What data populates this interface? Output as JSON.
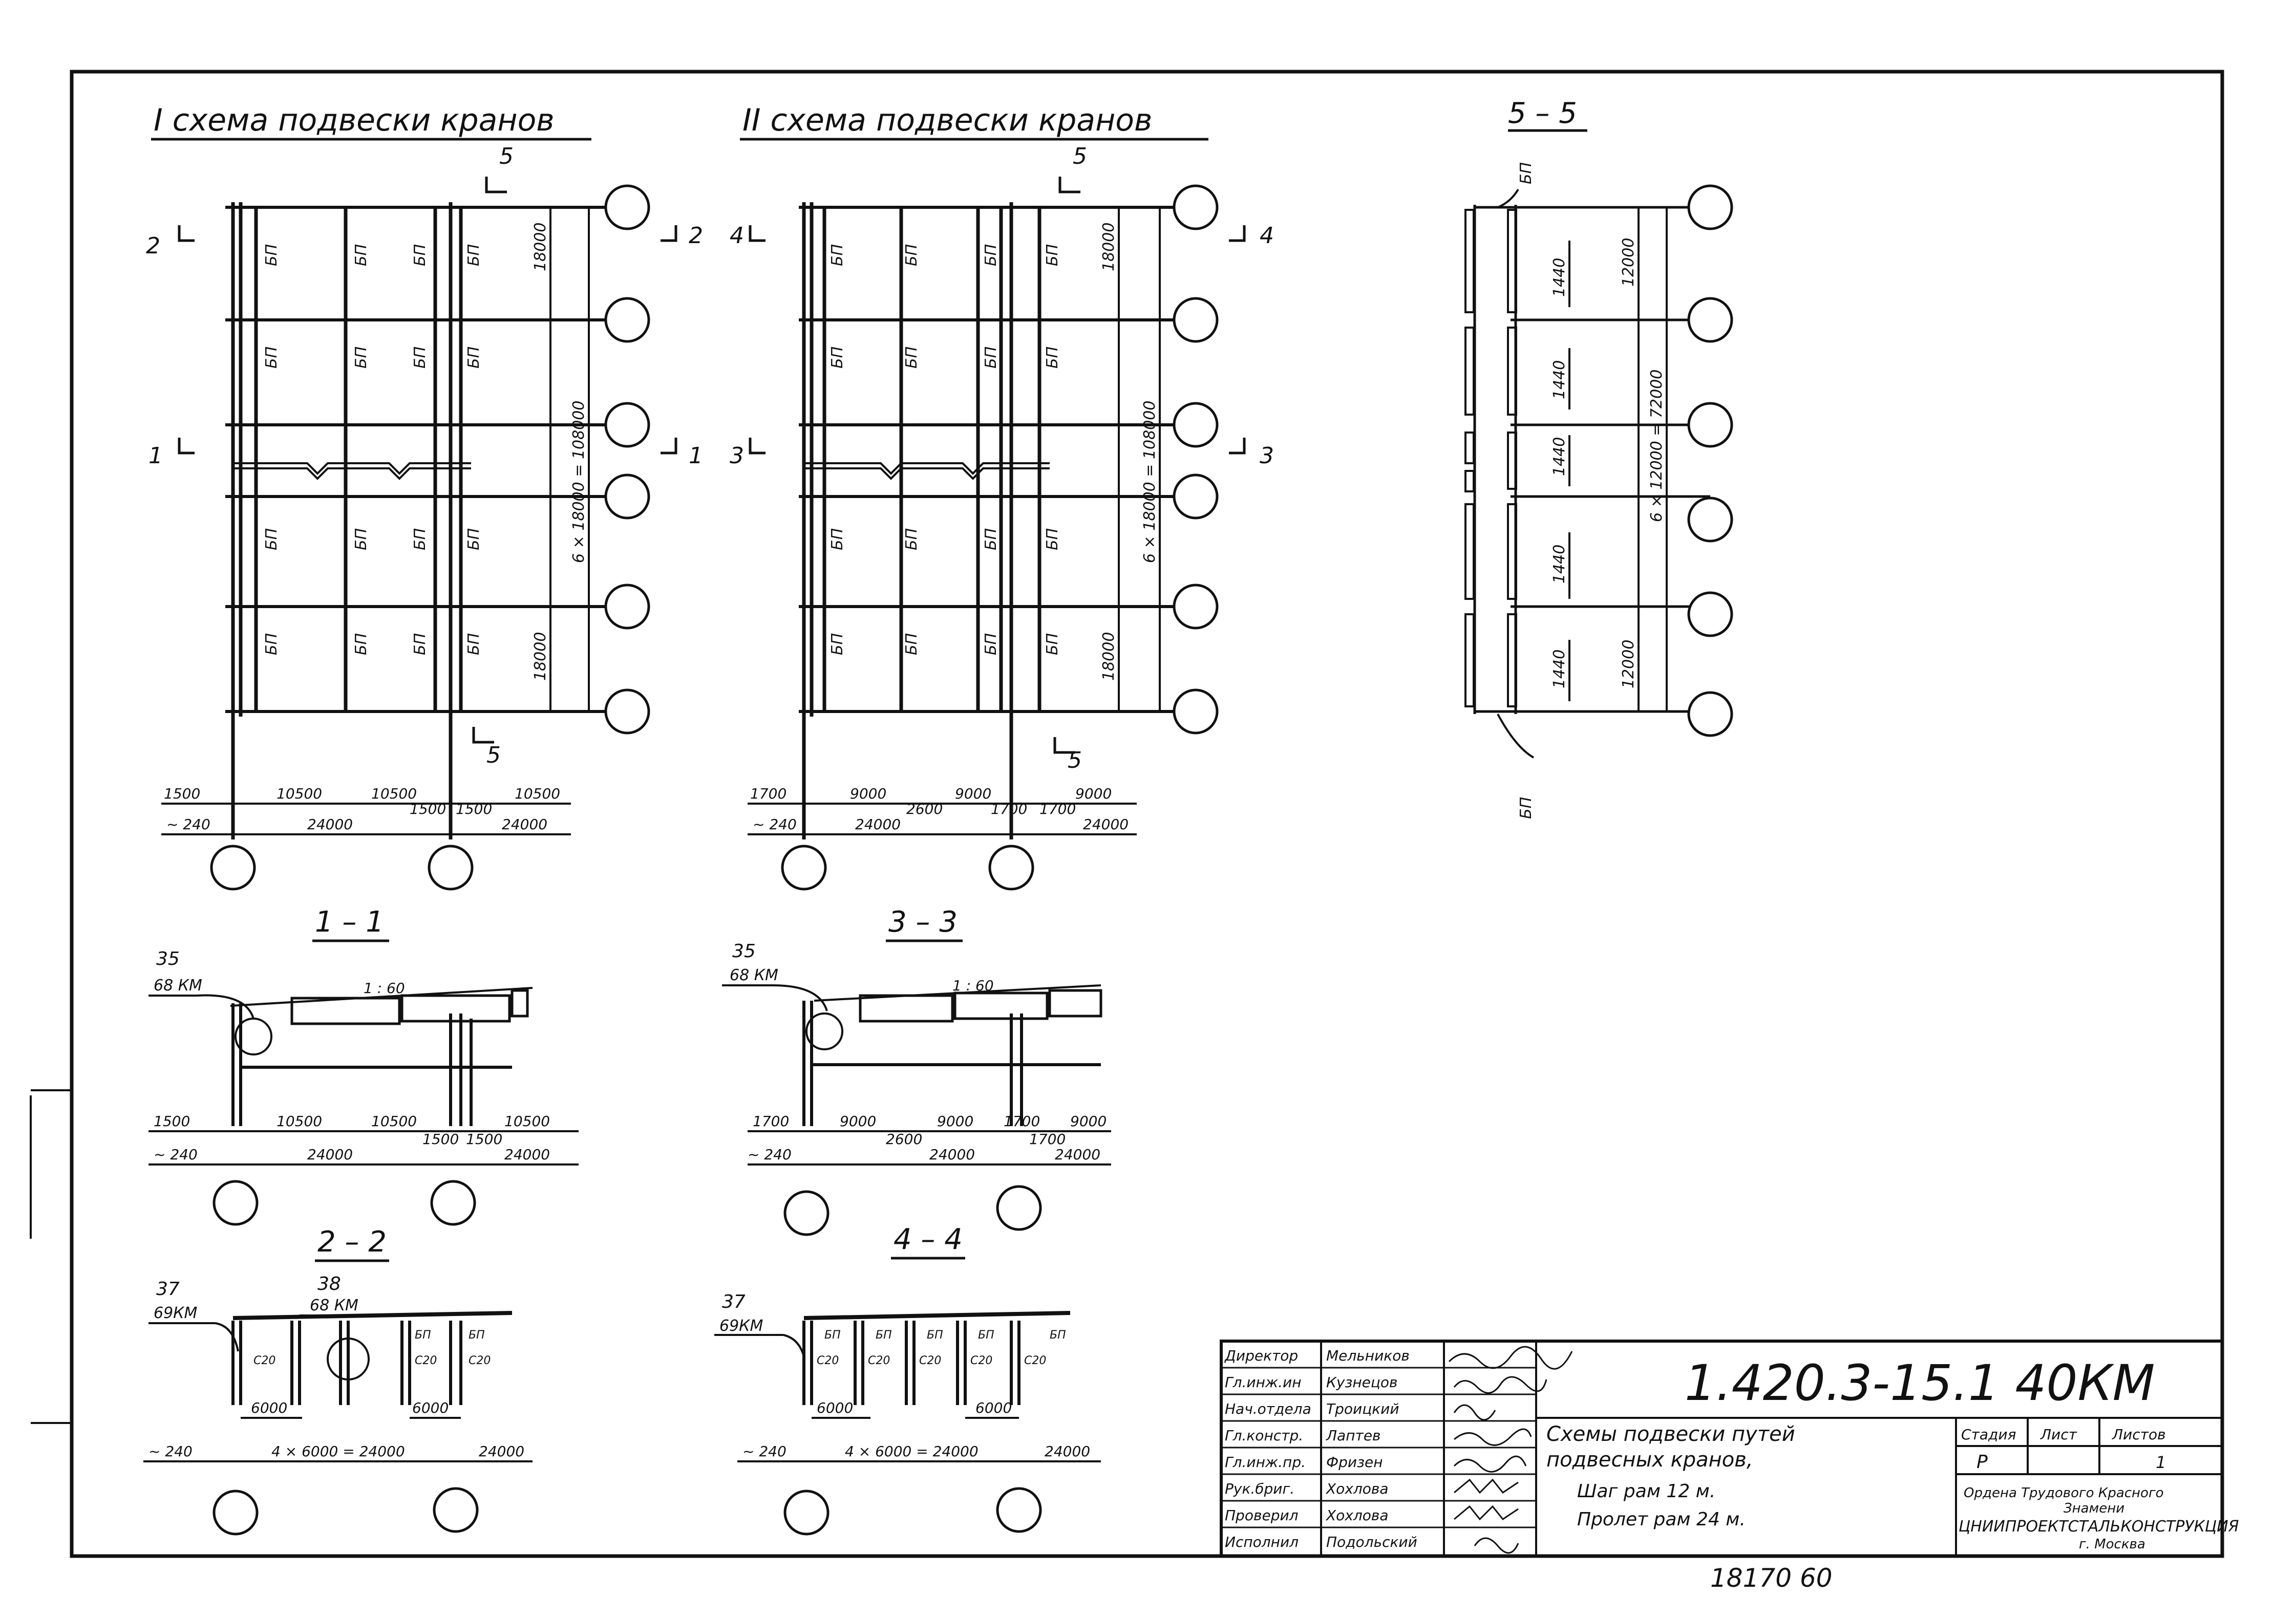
{
  "titles": {
    "scheme1": "I схема подвески кранов",
    "scheme2": "II схема подвески кранов",
    "sec55": "5 – 5",
    "sec11": "1 – 1",
    "sec33": "3 – 3",
    "sec22": "2 – 2",
    "sec44": "4 – 4"
  },
  "marks": {
    "s5": "5",
    "s1": "1",
    "s2": "2",
    "s3": "3",
    "s4": "4",
    "beam": "БП",
    "dim18000": "18000",
    "dim6x": "6 × 18000 = 108000",
    "dim1440": "1440",
    "dim12000": "12000",
    "dim6x12": "6 × 12000 = 72000",
    "slope": "1 : 60",
    "c20": "С20",
    "s1_1500": "1500",
    "s1_10500": "10500",
    "s1_240": "~ 240",
    "s1_24000": "24000",
    "s2_1700": "1700",
    "s2_9000": "9000",
    "s2_2600": "2600",
    "c11_35": "35",
    "c11_68": "68 КМ",
    "c22_37": "37",
    "c22_69": "69КМ",
    "c22_38": "38",
    "c22_68": "68 КМ",
    "d6000": "6000",
    "d4x6000": "4 × 6000 = 24000"
  },
  "stamp": {
    "roles": [
      "Директор",
      "Гл.инж.ин",
      "Нач.отдела",
      "Гл.констр.",
      "Гл.инж.пр.",
      "Рук.бриг.",
      "Проверил",
      "Исполнил"
    ],
    "names": [
      "Мельников",
      "Кузнецов",
      "Троицкий",
      "Лаптев",
      "Фризен",
      "Хохлова",
      "Хохлова",
      "Подольский"
    ],
    "code": "1.420.3-15.1 40КМ",
    "desc1": "Схемы подвески путей",
    "desc2": "подвесных кранов,",
    "desc3": "Шаг рам 12 м.",
    "desc4": "Пролет рам 24 м.",
    "h_stage": "Стадия",
    "h_sheet": "Лист",
    "h_sheets": "Листов",
    "stage": "Р",
    "sheets": "1",
    "org1": "Ордена Трудового Красного",
    "org2": "Знамени",
    "org3": "ЦНИИПРОЕКТСТАЛЬКОНСТРУКЦИЯ",
    "org4": "г. Москва",
    "footer": "18170   60"
  }
}
